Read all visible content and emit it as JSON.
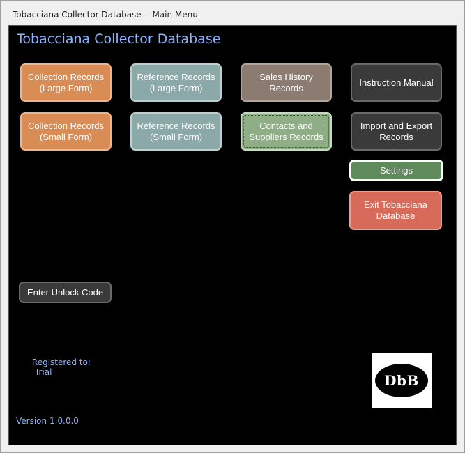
{
  "window": {
    "title": "Tobacciana Collector Database  - Main Menu"
  },
  "app": {
    "title": "Tobacciana Collector Database"
  },
  "buttons": {
    "collection_large": {
      "label": "Collection Records\n(Large Form)",
      "color": "#d98c54"
    },
    "reference_large": {
      "label": "Reference Records\n(Large Form)",
      "color": "#8aa9a8"
    },
    "sales_history": {
      "label": "Sales History\nRecords",
      "color": "#8c7b70"
    },
    "instruction_manual": {
      "label": "Instruction Manual",
      "color": "#3a3a3a"
    },
    "collection_small": {
      "label": "Collection Records\n(Small Form)",
      "color": "#d98c54"
    },
    "reference_small": {
      "label": "Reference Records\n(Small Form)",
      "color": "#8aa9a8"
    },
    "contacts_suppliers": {
      "label": "Contacts and\nSuppliers Records",
      "color": "#8fae86"
    },
    "import_export": {
      "label": "Import and Export\nRecords",
      "color": "#3a3a3a"
    },
    "settings": {
      "label": "Settings",
      "color": "#5e8a5c"
    },
    "exit": {
      "label": "Exit Tobacciana\nDatabase",
      "color": "#d66a5b"
    },
    "unlock": {
      "label": "Enter Unlock Code",
      "color": "#3a3a3a"
    }
  },
  "registration": {
    "label": "Registered to:",
    "value": "Trial"
  },
  "version": {
    "label": "Version 1.0.0.0"
  },
  "logo": {
    "text": "DbB"
  }
}
